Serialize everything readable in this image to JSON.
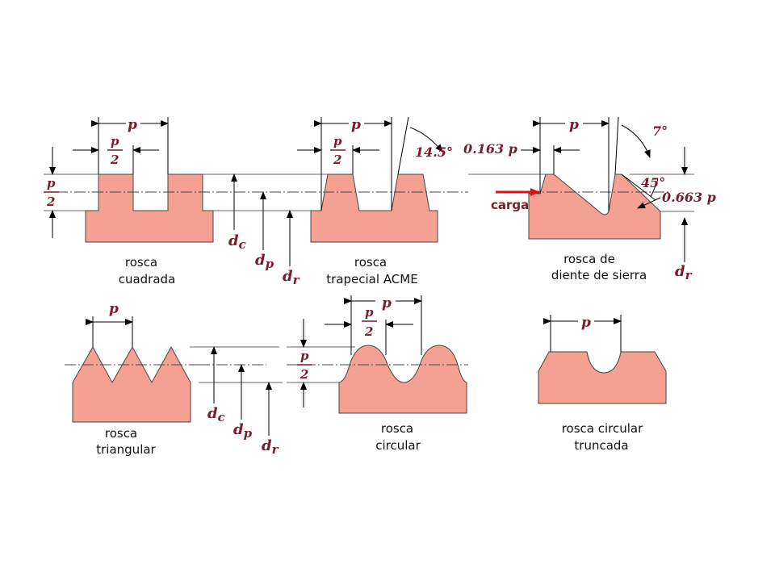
{
  "symbols": {
    "p": "p",
    "half_num": "p",
    "half_den": "2",
    "dc_main": "d",
    "dc_sub": "c",
    "dp_main": "d",
    "dp_sub": "p",
    "dr_main": "d",
    "dr_sub": "r"
  },
  "angles": {
    "acme": "14.5°",
    "sierra_top": "7°",
    "sierra_flank": "45°"
  },
  "dimensions": {
    "crest_sierra": "0.163 p",
    "root_sierra": "0.663 p"
  },
  "load_label": "carga",
  "captions": {
    "cuadrada": [
      "rosca",
      "cuadrada"
    ],
    "acme": [
      "rosca",
      "trapecial ACME"
    ],
    "sierra": [
      "rosca de",
      "diente de sierra"
    ],
    "triangular": [
      "rosca",
      "triangular"
    ],
    "circular": [
      "rosca",
      "circular"
    ],
    "truncada": [
      "rosca circular",
      "truncada"
    ]
  },
  "colors": {
    "profile_fill": "#f4a193",
    "label_color": "#7a1a2a",
    "load_arrow": "#e01010"
  }
}
